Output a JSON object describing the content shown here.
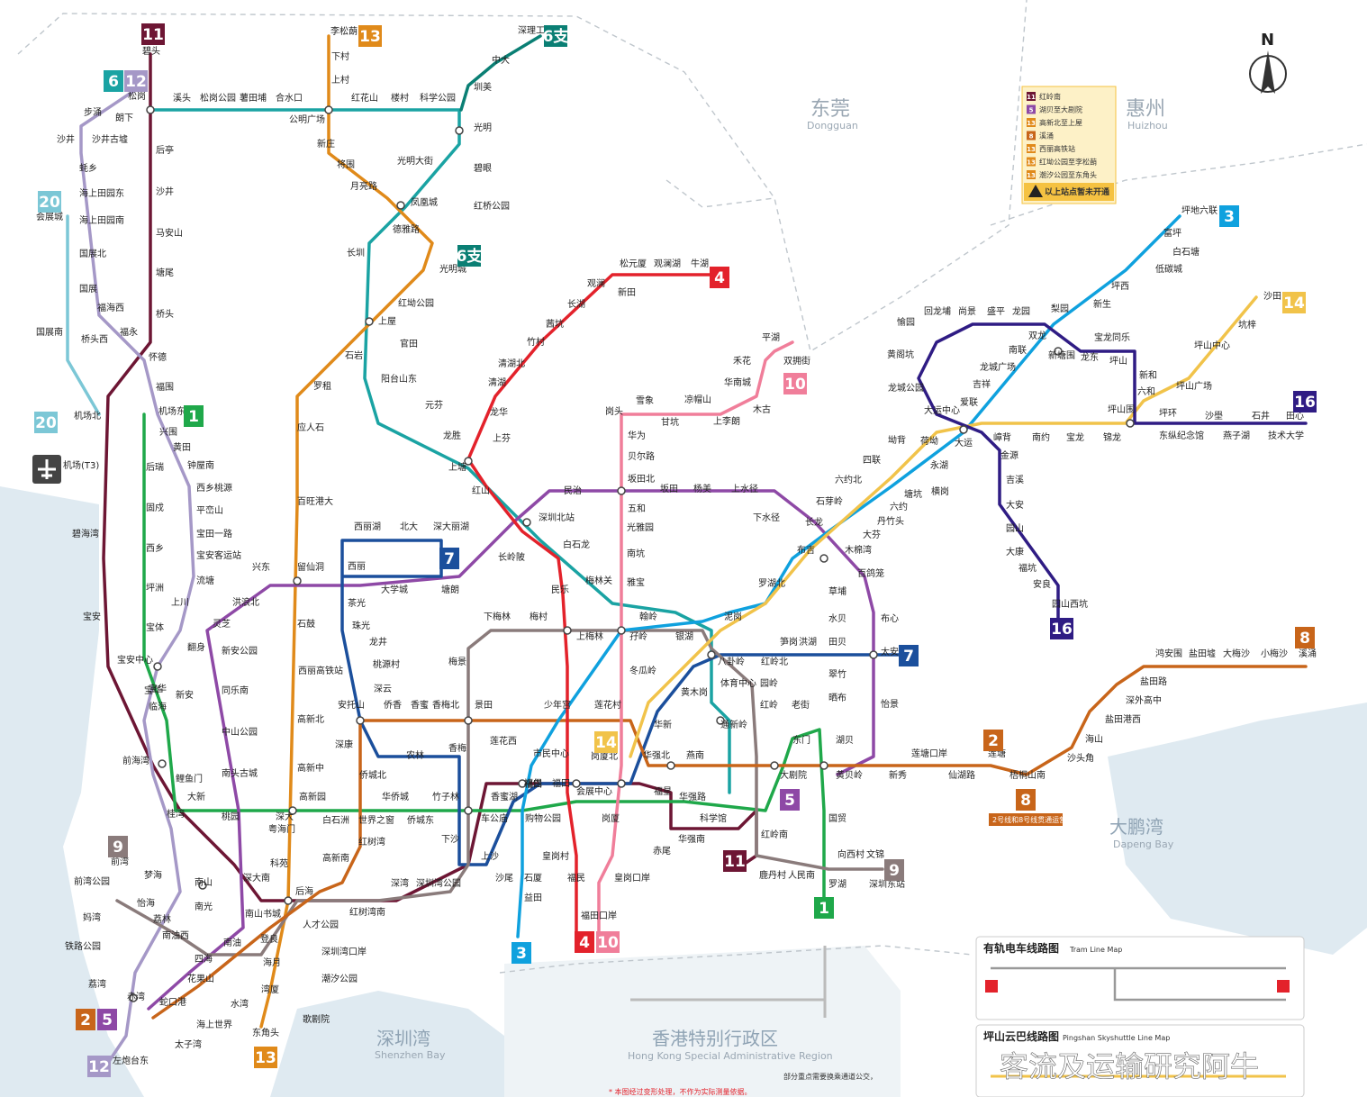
{
  "regions": {
    "dongguan": {
      "zh": "东莞",
      "en": "Dongguan"
    },
    "huizhou": {
      "zh": "惠州",
      "en": "Huizhou"
    },
    "shenzhen_bay": {
      "zh": "深圳湾",
      "en": "Shenzhen Bay"
    },
    "dapeng_bay": {
      "zh": "大鹏湾",
      "en": "Dapeng Bay"
    },
    "hongkong": {
      "zh": "香港特别行政区",
      "en": "Hong Kong Special Administrative Region"
    }
  },
  "compass": "N",
  "colors": {
    "line1": "#1fa84a",
    "line2": "#c8651a",
    "line3": "#0fa1de",
    "line4": "#e3222b",
    "line5": "#8e49a6",
    "line6": "#1aa3a3",
    "line6b": "#0a7f74",
    "line7": "#1b4f9c",
    "line8": "#c8651a",
    "line9": "#8a7b7b",
    "line10": "#f07e9a",
    "line11": "#6d1634",
    "line12": "#a598c7",
    "line13": "#e08a1a",
    "line14": "#f1c34a",
    "line16": "#2f1c84",
    "line20": "#7cc7d6",
    "pending": "#f5c242"
  },
  "line_badges": [
    {
      "id": "11",
      "color": "#6d1634"
    },
    {
      "id": "6",
      "color": "#1aa3a3"
    },
    {
      "id": "12",
      "color": "#a598c7"
    },
    {
      "id": "13",
      "color": "#e08a1a"
    },
    {
      "id": "6支",
      "color": "#0a7f74"
    },
    {
      "id": "20",
      "color": "#7cc7d6"
    },
    {
      "id": "4",
      "color": "#e3222b"
    },
    {
      "id": "10",
      "color": "#f07e9a"
    },
    {
      "id": "1",
      "color": "#1fa84a"
    },
    {
      "id": "7",
      "color": "#1b4f9c"
    },
    {
      "id": "14",
      "color": "#f1c34a"
    },
    {
      "id": "16",
      "color": "#2f1c84"
    },
    {
      "id": "3",
      "color": "#0fa1de"
    },
    {
      "id": "8",
      "color": "#c8651a"
    },
    {
      "id": "2",
      "color": "#c8651a"
    },
    {
      "id": "9",
      "color": "#8a7b7b"
    },
    {
      "id": "5",
      "color": "#8e49a6"
    }
  ],
  "stations": [
    {
      "name": "碧头"
    },
    {
      "name": "松岗"
    },
    {
      "name": "溪头"
    },
    {
      "name": "松岗公园"
    },
    {
      "name": "薯田埔"
    },
    {
      "name": "合水口"
    },
    {
      "name": "公明广场"
    },
    {
      "name": "红花山"
    },
    {
      "name": "楼村"
    },
    {
      "name": "科学公园"
    },
    {
      "name": "李松蓢"
    },
    {
      "name": "下村"
    },
    {
      "name": "上村"
    },
    {
      "name": "新庄"
    },
    {
      "name": "将围"
    },
    {
      "name": "月亮路"
    },
    {
      "name": "光明大街"
    },
    {
      "name": "凤凰城"
    },
    {
      "name": "德雅路"
    },
    {
      "name": "长圳"
    },
    {
      "name": "光明城"
    },
    {
      "name": "红坳公园"
    },
    {
      "name": "上屋"
    },
    {
      "name": "官田"
    },
    {
      "name": "石岩"
    },
    {
      "name": "罗租"
    },
    {
      "name": "应人石"
    },
    {
      "name": "百旺港大"
    },
    {
      "name": "阳台山东"
    },
    {
      "name": "元芬"
    },
    {
      "name": "深理工"
    },
    {
      "name": "中大"
    },
    {
      "name": "圳美"
    },
    {
      "name": "光明"
    },
    {
      "name": "碧眼"
    },
    {
      "name": "红桥公园"
    },
    {
      "name": "步涌"
    },
    {
      "name": "朗下"
    },
    {
      "name": "沙井古墟"
    },
    {
      "name": "沙井"
    },
    {
      "name": "后亭"
    },
    {
      "name": "蚝乡"
    },
    {
      "name": "沙井"
    },
    {
      "name": "海上田园东"
    },
    {
      "name": "会展城"
    },
    {
      "name": "海上田园南"
    },
    {
      "name": "马安山"
    },
    {
      "name": "国展北"
    },
    {
      "name": "塘尾"
    },
    {
      "name": "国展"
    },
    {
      "name": "福海西"
    },
    {
      "name": "桥头"
    },
    {
      "name": "国展南"
    },
    {
      "name": "桥头西"
    },
    {
      "name": "福永"
    },
    {
      "name": "怀德"
    },
    {
      "name": "福围"
    },
    {
      "name": "机场北"
    },
    {
      "name": "机场东"
    },
    {
      "name": "兴围"
    },
    {
      "name": "黄田"
    },
    {
      "name": "机场(T3)"
    },
    {
      "name": "后瑞"
    },
    {
      "name": "钟屋南"
    },
    {
      "name": "西乡桃源"
    },
    {
      "name": "固戍"
    },
    {
      "name": "平峦山"
    },
    {
      "name": "宝田一路"
    },
    {
      "name": "碧海湾"
    },
    {
      "name": "西乡"
    },
    {
      "name": "宝安客运站"
    },
    {
      "name": "坪洲"
    },
    {
      "name": "流塘"
    },
    {
      "name": "上川"
    },
    {
      "name": "宝安"
    },
    {
      "name": "宝体"
    },
    {
      "name": "灵芝"
    },
    {
      "name": "洪浪北"
    },
    {
      "name": "兴东"
    },
    {
      "name": "留仙洞"
    },
    {
      "name": "翻身"
    },
    {
      "name": "新安公园"
    },
    {
      "name": "宝安中心"
    },
    {
      "name": "宝华"
    },
    {
      "name": "临海"
    },
    {
      "name": "新安"
    },
    {
      "name": "同乐南"
    },
    {
      "name": "中山公园"
    },
    {
      "name": "前海湾"
    },
    {
      "name": "鲤鱼门"
    },
    {
      "name": "南头古城"
    },
    {
      "name": "大新"
    },
    {
      "name": "桂湾"
    },
    {
      "name": "桃园"
    },
    {
      "name": "深大"
    },
    {
      "name": "前湾"
    },
    {
      "name": "梦海"
    },
    {
      "name": "前湾公园"
    },
    {
      "name": "怡海"
    },
    {
      "name": "荔林"
    },
    {
      "name": "南山"
    },
    {
      "name": "南光"
    },
    {
      "name": "妈湾"
    },
    {
      "name": "南油西"
    },
    {
      "name": "南油"
    },
    {
      "name": "铁路公园"
    },
    {
      "name": "四海"
    },
    {
      "name": "荔湾"
    },
    {
      "name": "赤湾"
    },
    {
      "name": "花果山"
    },
    {
      "name": "蛇口港"
    },
    {
      "name": "水湾"
    },
    {
      "name": "海上世界"
    },
    {
      "name": "太子湾"
    },
    {
      "name": "左炮台东"
    },
    {
      "name": "东角头"
    },
    {
      "name": "深大南"
    },
    {
      "name": "南山书城"
    },
    {
      "name": "科苑"
    },
    {
      "name": "后海"
    },
    {
      "name": "登良"
    },
    {
      "name": "海月"
    },
    {
      "name": "湾厦"
    },
    {
      "name": "歌剧院"
    },
    {
      "name": "人才公园"
    },
    {
      "name": "深圳湾口岸"
    },
    {
      "name": "潮汐公园"
    },
    {
      "name": "粤海门"
    },
    {
      "name": "高新南"
    },
    {
      "name": "红树湾南"
    },
    {
      "name": "深湾"
    },
    {
      "name": "深圳湾公园"
    },
    {
      "name": "白石洲"
    },
    {
      "name": "世界之窗"
    },
    {
      "name": "侨城东"
    },
    {
      "name": "红树湾"
    },
    {
      "name": "高新园"
    },
    {
      "name": "华侨城"
    },
    {
      "name": "竹子林"
    },
    {
      "name": "车公庙"
    },
    {
      "name": "下沙"
    },
    {
      "name": "上沙"
    },
    {
      "name": "沙尾"
    },
    {
      "name": "石厦"
    },
    {
      "name": "益田"
    },
    {
      "name": "福保"
    },
    {
      "name": "西丽高铁站"
    },
    {
      "name": "高新北"
    },
    {
      "name": "高新中"
    },
    {
      "name": "石鼓"
    },
    {
      "name": "西丽"
    },
    {
      "name": "西丽湖"
    },
    {
      "name": "北大"
    },
    {
      "name": "深大丽湖"
    },
    {
      "name": "大学城"
    },
    {
      "name": "塘朗"
    },
    {
      "name": "茶光"
    },
    {
      "name": "珠光"
    },
    {
      "name": "龙井"
    },
    {
      "name": "桃源村"
    },
    {
      "name": "深云"
    },
    {
      "name": "安托山"
    },
    {
      "name": "侨香"
    },
    {
      "name": "香蜜"
    },
    {
      "name": "香梅北"
    },
    {
      "name": "景田"
    },
    {
      "name": "深康"
    },
    {
      "name": "农林"
    },
    {
      "name": "香梅"
    },
    {
      "name": "侨城北"
    },
    {
      "name": "购物公园"
    },
    {
      "name": "福田"
    },
    {
      "name": "香蜜湖"
    },
    {
      "name": "市民中心"
    },
    {
      "name": "会展中心"
    },
    {
      "name": "岗厦北"
    },
    {
      "name": "岗厦"
    },
    {
      "name": "皇岗村"
    },
    {
      "name": "福民"
    },
    {
      "name": "皇岗口岸"
    },
    {
      "name": "福田口岸"
    },
    {
      "name": "少年宫"
    },
    {
      "name": "莲花村"
    },
    {
      "name": "莲花西"
    },
    {
      "name": "梅林关"
    },
    {
      "name": "上梅林"
    },
    {
      "name": "下梅林"
    },
    {
      "name": "梅村"
    },
    {
      "name": "梅景"
    },
    {
      "name": "民乐"
    },
    {
      "name": "白石龙"
    },
    {
      "name": "深圳北站"
    },
    {
      "name": "长岭陂"
    },
    {
      "name": "民治"
    },
    {
      "name": "红山"
    },
    {
      "name": "上塘"
    },
    {
      "name": "龙胜"
    },
    {
      "name": "上芬"
    },
    {
      "name": "龙华"
    },
    {
      "name": "清湖"
    },
    {
      "name": "清湖北"
    },
    {
      "name": "竹村"
    },
    {
      "name": "茜坑"
    },
    {
      "name": "长湖"
    },
    {
      "name": "观澜"
    },
    {
      "name": "松元厦"
    },
    {
      "name": "观澜湖"
    },
    {
      "name": "牛湖"
    },
    {
      "name": "新田"
    },
    {
      "name": "平湖"
    },
    {
      "name": "双拥街"
    },
    {
      "name": "禾花"
    },
    {
      "name": "华南城"
    },
    {
      "name": "木古"
    },
    {
      "name": "上李朗"
    },
    {
      "name": "凉帽山"
    },
    {
      "name": "甘坑"
    },
    {
      "name": "雪象"
    },
    {
      "name": "岗头"
    },
    {
      "name": "华为"
    },
    {
      "name": "贝尔路"
    },
    {
      "name": "坂田北"
    },
    {
      "name": "五和"
    },
    {
      "name": "坂田"
    },
    {
      "name": "杨美"
    },
    {
      "name": "上水径"
    },
    {
      "name": "下水径"
    },
    {
      "name": "长龙"
    },
    {
      "name": "光雅园"
    },
    {
      "name": "南坑"
    },
    {
      "name": "雅宝"
    },
    {
      "name": "布吉"
    },
    {
      "name": "罗湖北"
    },
    {
      "name": "百鸽笼"
    },
    {
      "name": "木棉湾"
    },
    {
      "name": "大芬"
    },
    {
      "name": "丹竹头"
    },
    {
      "name": "六约"
    },
    {
      "name": "塘坑"
    },
    {
      "name": "横岗"
    },
    {
      "name": "永湖"
    },
    {
      "name": "荷坳"
    },
    {
      "name": "大运"
    },
    {
      "name": "爱联"
    },
    {
      "name": "吉祥"
    },
    {
      "name": "龙城广场"
    },
    {
      "name": "南联"
    },
    {
      "name": "双龙"
    },
    {
      "name": "六约北"
    },
    {
      "name": "四联"
    },
    {
      "name": "坳背"
    },
    {
      "name": "石芽岭"
    },
    {
      "name": "大运中心"
    },
    {
      "name": "龙城公园"
    },
    {
      "name": "黄阁坑"
    },
    {
      "name": "愉园"
    },
    {
      "name": "回龙埔"
    },
    {
      "name": "尚景"
    },
    {
      "name": "盛平"
    },
    {
      "name": "龙园"
    },
    {
      "name": "新塘围"
    },
    {
      "name": "龙东"
    },
    {
      "name": "宝龙同乐"
    },
    {
      "name": "坪山"
    },
    {
      "name": "新和"
    },
    {
      "name": "六和"
    },
    {
      "name": "坪山围"
    },
    {
      "name": "坪环"
    },
    {
      "name": "坪山广场"
    },
    {
      "name": "坪山中心"
    },
    {
      "name": "坑梓"
    },
    {
      "name": "沙田"
    },
    {
      "name": "沙壆"
    },
    {
      "name": "石井"
    },
    {
      "name": "田心"
    },
    {
      "name": "东纵纪念馆"
    },
    {
      "name": "燕子湖"
    },
    {
      "name": "技术大学"
    },
    {
      "name": "坪地六联"
    },
    {
      "name": "富坪"
    },
    {
      "name": "白石塘"
    },
    {
      "name": "低碳城"
    },
    {
      "name": "坪西"
    },
    {
      "name": "新生"
    },
    {
      "name": "梨园"
    },
    {
      "name": "嶂背"
    },
    {
      "name": "南约"
    },
    {
      "name": "宝龙"
    },
    {
      "name": "锦龙"
    },
    {
      "name": "金源"
    },
    {
      "name": "吉溪"
    },
    {
      "name": "大安"
    },
    {
      "name": "园山"
    },
    {
      "name": "大康"
    },
    {
      "name": "福坑"
    },
    {
      "name": "安良"
    },
    {
      "name": "园山西坑"
    },
    {
      "name": "草埔"
    },
    {
      "name": "水贝"
    },
    {
      "name": "布心"
    },
    {
      "name": "田贝"
    },
    {
      "name": "太安"
    },
    {
      "name": "笋岗"
    },
    {
      "name": "洪湖"
    },
    {
      "name": "翠竹"
    },
    {
      "name": "晒布"
    },
    {
      "name": "怡景"
    },
    {
      "name": "红岭北"
    },
    {
      "name": "八卦岭"
    },
    {
      "name": "园岭"
    },
    {
      "name": "红岭"
    },
    {
      "name": "老街"
    },
    {
      "name": "东门"
    },
    {
      "name": "湖贝"
    },
    {
      "name": "大剧院"
    },
    {
      "name": "黄贝岭"
    },
    {
      "name": "新秀"
    },
    {
      "name": "莲塘口岸"
    },
    {
      "name": "仙湖路"
    },
    {
      "name": "莲塘"
    },
    {
      "name": "梧桐山南"
    },
    {
      "name": "国贸"
    },
    {
      "name": "向西村"
    },
    {
      "name": "文锦"
    },
    {
      "name": "罗湖"
    },
    {
      "name": "人民南"
    },
    {
      "name": "鹿丹村"
    },
    {
      "name": "红岭南"
    },
    {
      "name": "赤尾"
    },
    {
      "name": "华强南"
    },
    {
      "name": "科学馆"
    },
    {
      "name": "华强路"
    },
    {
      "name": "福星"
    },
    {
      "name": "华新"
    },
    {
      "name": "华强北"
    },
    {
      "name": "燕南"
    },
    {
      "name": "通新岭"
    },
    {
      "name": "体育中心"
    },
    {
      "name": "黄木岗"
    },
    {
      "name": "银湖"
    },
    {
      "name": "泥岗"
    },
    {
      "name": "翰岭"
    },
    {
      "name": "冬瓜岭"
    },
    {
      "name": "孖岭"
    },
    {
      "name": "鸿安围"
    },
    {
      "name": "盐田墟"
    },
    {
      "name": "大梅沙"
    },
    {
      "name": "小梅沙"
    },
    {
      "name": "溪涌"
    },
    {
      "name": "盐田路"
    },
    {
      "name": "深外高中"
    },
    {
      "name": "盐田港西"
    },
    {
      "name": "海山"
    },
    {
      "name": "沙头角"
    },
    {
      "name": "深圳东站"
    },
    {
      "name": "宝华"
    },
    {
      "name": "福田"
    }
  ],
  "legend_pending": {
    "items": [
      {
        "line": "11",
        "text": "红岭南"
      },
      {
        "line": "5",
        "text": "湖贝至大剧院"
      },
      {
        "line": "13",
        "text": "高新北至上屋"
      },
      {
        "line": "8",
        "text": "溪涌"
      },
      {
        "line": "13",
        "text": "西丽高铁站"
      },
      {
        "line": "13",
        "text": "红坳公园至李松蓢"
      },
      {
        "line": "13",
        "text": "潮汐公园至东角头"
      }
    ],
    "warning": "以上站点暂未开通"
  },
  "line8_note": "2号线和8号线贯通运营",
  "tram": {
    "title": "有轨电车线路图",
    "title_en": "Tram Line Map"
  },
  "skyshuttle": {
    "title": "坪山云巴线路图",
    "title_en": "Pingshan Skyshuttle Line Map"
  },
  "disclaimer": "* 本图经过变形处理，不作为实际测量依据。",
  "footnote": "部分重点需要换乘通道公交，",
  "watermark": "客流及运输研究阿牛"
}
